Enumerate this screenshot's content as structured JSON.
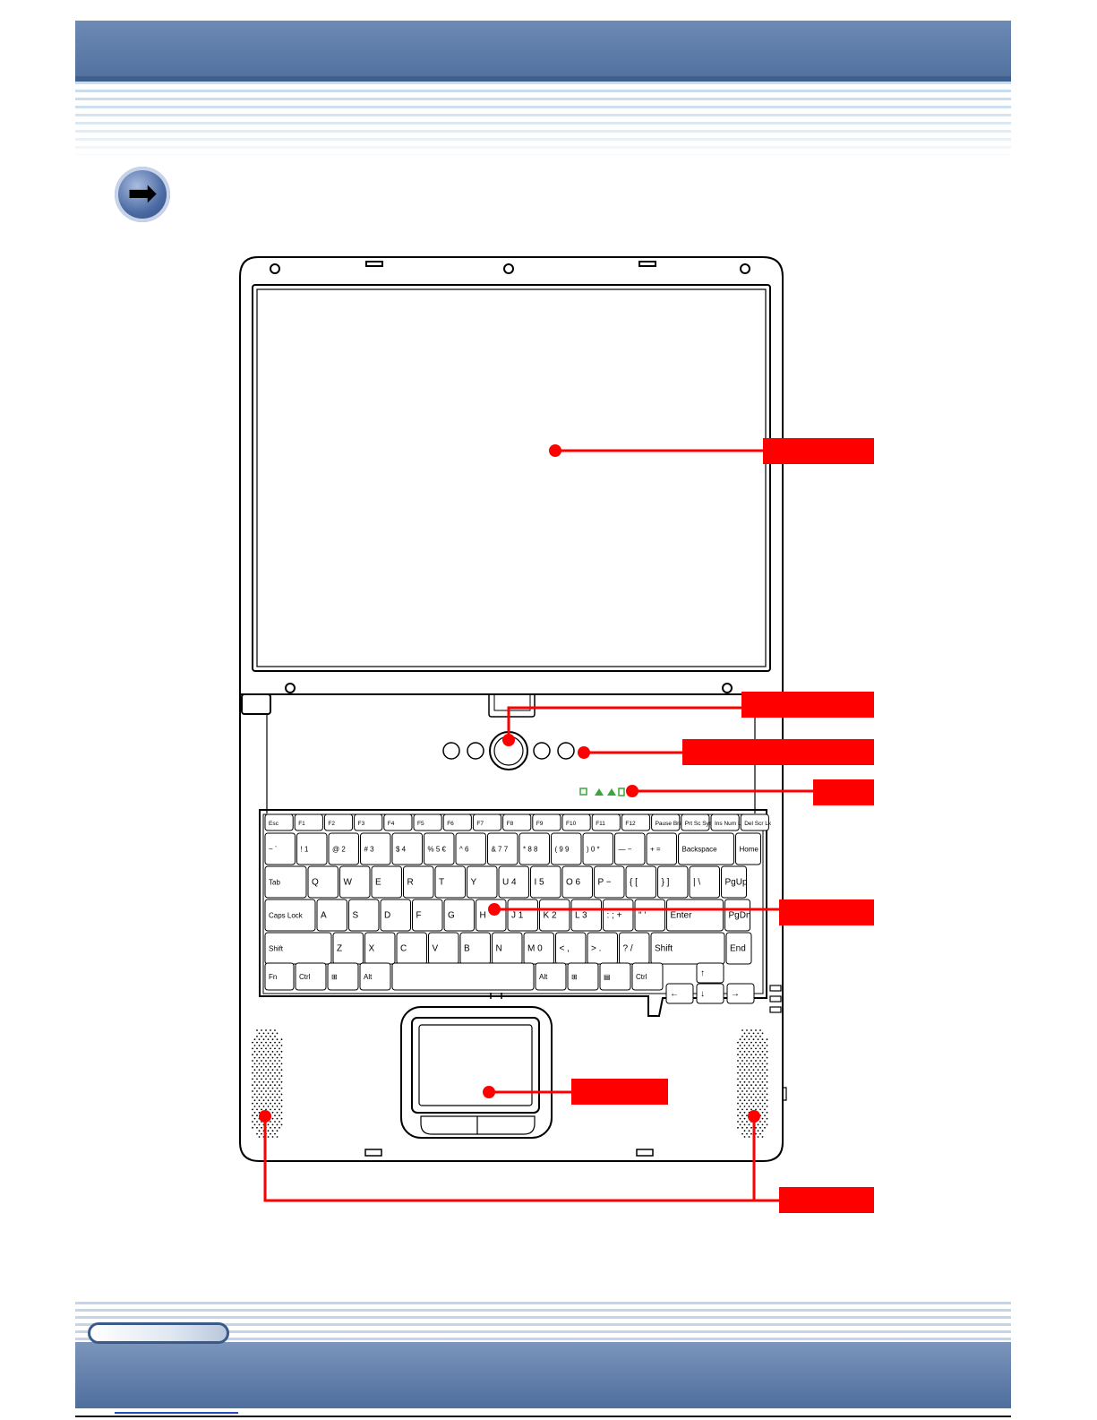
{
  "header": {
    "accent": "#5a77a4"
  },
  "section": {
    "icon": "arrow-right-circle-icon",
    "icon_glyph": "➡"
  },
  "keyboard": {
    "fkeys": [
      "Esc",
      "F1",
      "F2",
      "F3",
      "F4",
      "F5",
      "F6",
      "F7",
      "F8",
      "F9",
      "F10",
      "F11",
      "F12",
      "Pause Break",
      "Prt Sc SysRq",
      "Ins Num Lk",
      "Del Scr Lk"
    ],
    "row1": [
      "~ `",
      "! 1",
      "@ 2",
      "# 3",
      "$ 4",
      "% 5 €",
      "^ 6",
      "& 7 7",
      "* 8 8",
      "( 9 9",
      ") 0 *",
      "— −",
      "+ =",
      "Backspace",
      "Home"
    ],
    "row2": [
      "Tab",
      "Q",
      "W",
      "E",
      "R",
      "T",
      "Y",
      "U 4",
      "I 5",
      "O 6",
      "P −",
      "{ [",
      "} ]",
      "| \\",
      "PgUp"
    ],
    "row3": [
      "Caps Lock",
      "A",
      "S",
      "D",
      "F",
      "G",
      "H",
      "J 1",
      "K 2",
      "L 3",
      ": ; +",
      "\" '",
      "Enter",
      "PgDn"
    ],
    "row4": [
      "Shift",
      "Z",
      "X",
      "C",
      "V",
      "B",
      "N",
      "M 0",
      "< ,",
      "> .",
      "? /",
      "Shift",
      "End"
    ],
    "row5": [
      "Fn",
      "Ctrl",
      "⊞",
      "Alt",
      "",
      "Alt",
      "⊞",
      "▤",
      "Ctrl"
    ],
    "arrows": [
      "↑",
      "←",
      "↓",
      "→"
    ]
  },
  "callouts": {
    "color": "#ff0000"
  }
}
